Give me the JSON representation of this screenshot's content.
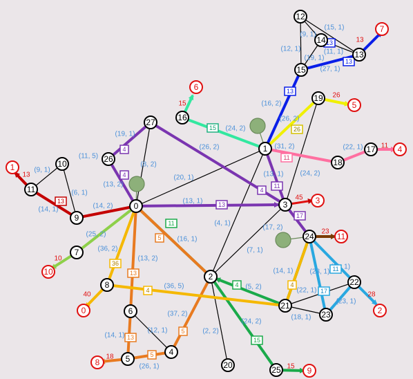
{
  "nodes": [
    {
      "id": "0",
      "label": "0"
    },
    {
      "id": "1",
      "label": "1"
    },
    {
      "id": "2",
      "label": "2"
    },
    {
      "id": "3",
      "label": "3"
    },
    {
      "id": "4",
      "label": "4"
    },
    {
      "id": "5",
      "label": "5"
    },
    {
      "id": "6",
      "label": "6"
    },
    {
      "id": "7",
      "label": "7"
    },
    {
      "id": "8",
      "label": "8"
    },
    {
      "id": "9",
      "label": "9"
    },
    {
      "id": "10",
      "label": "10"
    },
    {
      "id": "11",
      "label": "11"
    },
    {
      "id": "12",
      "label": "12"
    },
    {
      "id": "13",
      "label": "13"
    },
    {
      "id": "14",
      "label": "14"
    },
    {
      "id": "15",
      "label": "15"
    },
    {
      "id": "16",
      "label": "16"
    },
    {
      "id": "17",
      "label": "17"
    },
    {
      "id": "18",
      "label": "18"
    },
    {
      "id": "19",
      "label": "19"
    },
    {
      "id": "20",
      "label": "20"
    },
    {
      "id": "21",
      "label": "21"
    },
    {
      "id": "22",
      "label": "22"
    },
    {
      "id": "23",
      "label": "23"
    },
    {
      "id": "24",
      "label": "24"
    },
    {
      "id": "25",
      "label": "25"
    },
    {
      "id": "26",
      "label": "26"
    },
    {
      "id": "27",
      "label": "27"
    }
  ],
  "sinks": [
    {
      "id": "s1",
      "label": "1"
    },
    {
      "id": "s2",
      "label": "2"
    },
    {
      "id": "s3",
      "label": "3"
    },
    {
      "id": "s4",
      "label": "4"
    },
    {
      "id": "s0",
      "label": "0"
    },
    {
      "id": "s5",
      "label": "5"
    },
    {
      "id": "s6",
      "label": "6"
    },
    {
      "id": "s7",
      "label": "7"
    },
    {
      "id": "s8",
      "label": "8"
    },
    {
      "id": "s9",
      "label": "9"
    },
    {
      "id": "s10",
      "label": "10"
    },
    {
      "id": "s11",
      "label": "11"
    }
  ],
  "edge_labels": [
    "(15, 1)",
    "(9, 1)",
    "(12, 1)",
    "(19, 1)",
    "(11, 1)",
    "(27, 1)",
    "(16, 2)",
    "(26, 2)",
    "(24, 2)",
    "(19, 1)",
    "(26, 2)",
    "(11, 5)",
    "(9, 1)",
    "(6, 1)",
    "(14, 1)",
    "(13, 2)",
    "(8, 2)",
    "(20, 1)",
    "(31, 2)",
    "(22, 1)",
    "(13, 1)",
    "(24, 2)",
    "(14, 2)",
    "(13, 1)",
    "(25, 2)",
    "(4, 1)",
    "(16, 1)",
    "(17, 2)",
    "(7, 1)",
    "(36, 2)",
    "(13, 2)",
    "(36, 5)",
    "(14, 1)",
    "(5, 2)",
    "(11, 1)",
    "(23, 1)",
    "(22, 1)",
    "(23, 1)",
    "(37, 2)",
    "(12, 1)",
    "(18, 1)",
    "(14, 1)",
    "(2, 2)",
    "(24, 2)",
    "(26, 1)"
  ],
  "flow_boxes": [
    "13",
    "13",
    "13",
    "26",
    "11",
    "15",
    "4",
    "4",
    "4",
    "11",
    "13",
    "13",
    "17",
    "5",
    "11",
    "36",
    "13",
    "4",
    "4",
    "4",
    "17",
    "11",
    "5",
    "13",
    "5",
    "15"
  ],
  "demand_labels": [
    "13",
    "26",
    "15",
    "11",
    "13",
    "45",
    "23",
    "10",
    "28",
    "40",
    "18",
    "15"
  ],
  "colors": {
    "node_stroke": "#000000",
    "sink": "#e01010",
    "edge_label": "#4a90d9",
    "background": "#ebe6e9",
    "blue": "#0a1ee8",
    "yellow": "#f0f000",
    "pink": "#ff6fa0",
    "teal": "#33e8a0",
    "purple": "#7a35b0",
    "red": "#c40000",
    "olive": "#7a9a3a",
    "lightgreen": "#8ed04a",
    "green": "#1aaa4a",
    "orange": "#e87a20",
    "gold": "#f5b800",
    "cyan": "#29a8e0",
    "brown": "#7a3a00",
    "source": "#8db07a"
  }
}
